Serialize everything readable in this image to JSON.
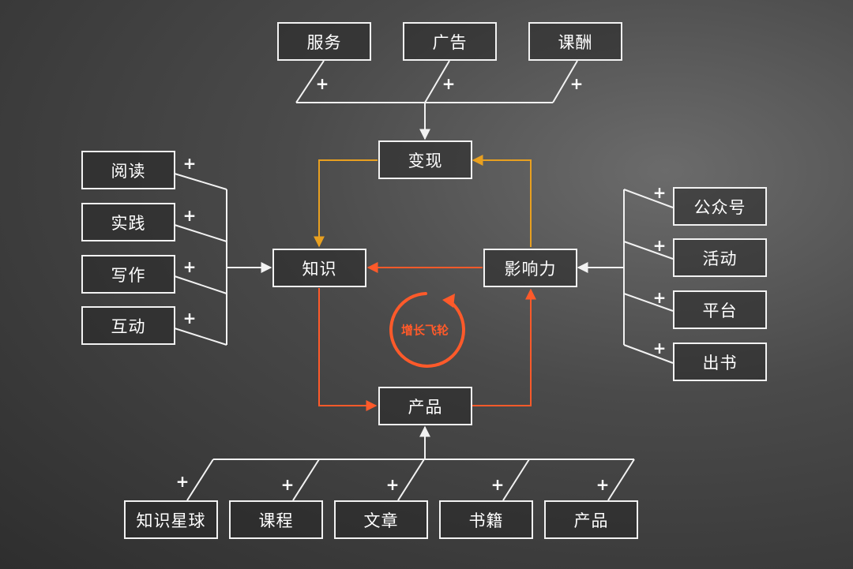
{
  "top_group": [
    "服务",
    "广告",
    "课酬"
  ],
  "left_group": [
    "阅读",
    "实践",
    "写作",
    "互动"
  ],
  "right_group": [
    "公众号",
    "活动",
    "平台",
    "出书"
  ],
  "bottom_group": [
    "知识星球",
    "课程",
    "文章",
    "书籍",
    "产品"
  ],
  "core": {
    "monetize": "变现",
    "knowledge": "知识",
    "influence": "影响力",
    "product": "产品"
  },
  "center_label": "增长飞轮",
  "plus_symbol": "+",
  "colors": {
    "line": "#f2f2f2",
    "amber": "#e8a020",
    "orange": "#ff5a2a"
  }
}
